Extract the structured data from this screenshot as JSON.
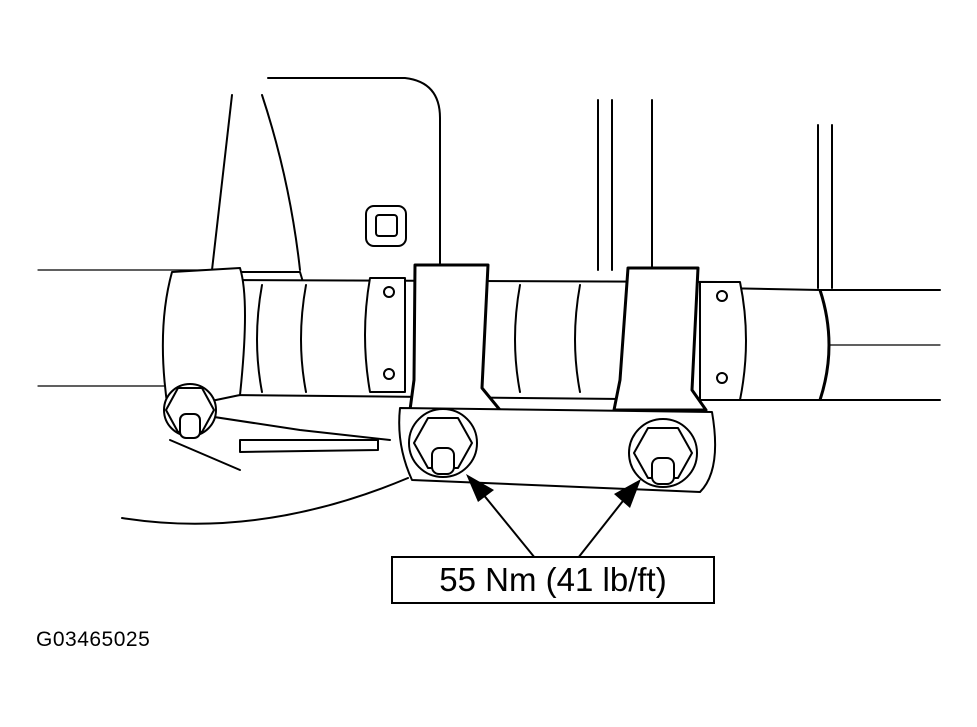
{
  "diagram": {
    "callout_label": "55 Nm (41 lb/ft)",
    "figure_id": "G03465025",
    "colors": {
      "line": "#000000",
      "background": "#ffffff"
    },
    "icons": [
      "exhaust-pipe-drawing",
      "clamp-bracket-drawing",
      "bolt-icon",
      "arrow-icon"
    ]
  }
}
